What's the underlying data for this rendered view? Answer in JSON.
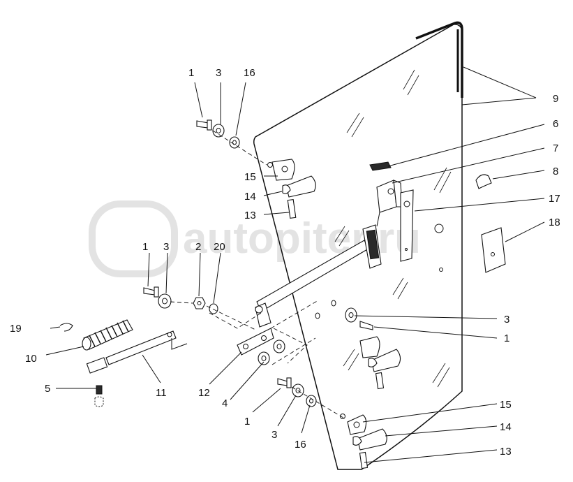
{
  "watermark": {
    "text": "autopiter.ru"
  },
  "callouts": {
    "c1a": "1",
    "c3a": "3",
    "c16a": "16",
    "c15a": "15",
    "c14a": "14",
    "c13a": "13",
    "c1b": "1",
    "c3b": "3",
    "c2": "2",
    "c20": "20",
    "c19": "19",
    "c10": "10",
    "c5": "5",
    "c11": "11",
    "c12": "12",
    "c4": "4",
    "c1c": "1",
    "c3c": "3",
    "c16b": "16",
    "c9": "9",
    "c6": "6",
    "c7": "7",
    "c8": "8",
    "c17": "17",
    "c18": "18",
    "c3d": "3",
    "c1d": "1",
    "c15b": "15",
    "c14b": "14",
    "c13b": "13"
  }
}
